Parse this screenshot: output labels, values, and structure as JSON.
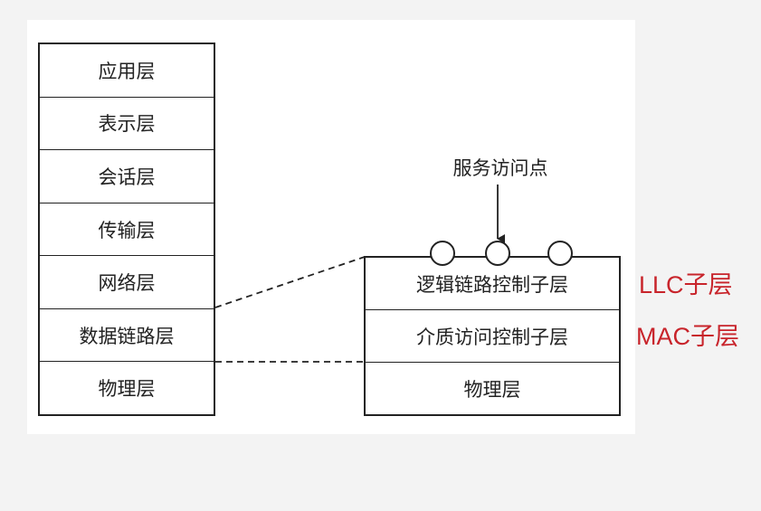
{
  "osi_stack": {
    "layers": [
      "应用层",
      "表示层",
      "会话层",
      "传输层",
      "网络层",
      "数据链路层",
      "物理层"
    ]
  },
  "lan_stack": {
    "layers": [
      "逻辑链路控制子层",
      "介质访问控制子层",
      "物理层"
    ]
  },
  "service_access_point": {
    "label": "服务访问点"
  },
  "sublayer_labels": {
    "llc": "LLC子层",
    "mac": "MAC子层"
  },
  "colors": {
    "line": "#222222",
    "accent_red": "#c8242b",
    "panel": "#ffffff",
    "background": "#f3f3f3"
  }
}
